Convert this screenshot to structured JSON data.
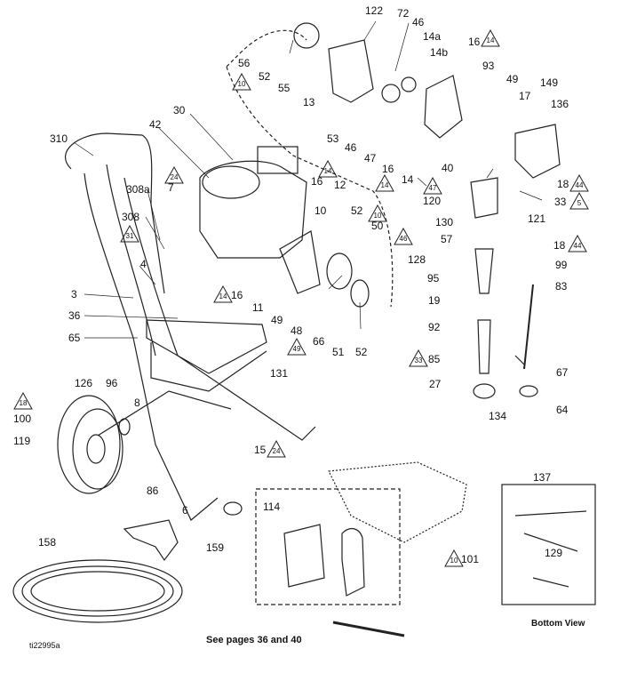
{
  "figure_ref": "ti22995a",
  "see_pages_note": "See pages 36 and 40",
  "bottom_view_label": "Bottom View",
  "labels": {
    "p310": "310",
    "p42": "42",
    "p30": "30",
    "p7": "7",
    "p308a": "308a",
    "p308": "308",
    "p4": "4",
    "p3": "3",
    "p36": "36",
    "p65": "65",
    "p126": "126",
    "p96": "96",
    "p8": "8",
    "p100": "100",
    "p119": "119",
    "p86": "86",
    "p6": "6",
    "p158": "158",
    "p159": "159",
    "p56": "56",
    "p52a": "52",
    "p55": "55",
    "p122": "122",
    "p72": "72",
    "p46a": "46",
    "p14a": "14a",
    "p14b": "14b",
    "p13": "13",
    "p53": "53",
    "p46b": "46",
    "p47": "47",
    "p16a": "16",
    "p93": "93",
    "p49a": "49",
    "p149": "149",
    "p17": "17",
    "p136": "136",
    "p16b": "16",
    "p14": "14",
    "p40": "40",
    "p120": "120",
    "p18a": "18",
    "p33": "33",
    "p121": "121",
    "p16c": "16",
    "p12": "12",
    "p10": "10",
    "p52b": "52",
    "p50": "50",
    "p130": "130",
    "p57": "57",
    "p128": "128",
    "p95": "95",
    "p18b": "18",
    "p99": "99",
    "p83": "83",
    "p19": "19",
    "p16d": "16",
    "p11": "11",
    "p49b": "49",
    "p48": "48",
    "p66": "66",
    "p51": "51",
    "p52c": "52",
    "p131": "131",
    "p92": "92",
    "p85": "85",
    "p67": "67",
    "p27": "27",
    "p64": "64",
    "p134": "134",
    "p15": "15",
    "p114": "114",
    "p101": "101",
    "p137": "137",
    "p129": "129"
  },
  "triangles": {
    "t10a": "10",
    "t14a": "14",
    "t14b": "14",
    "t24a": "24",
    "t31": "31",
    "t47": "47",
    "t44a": "44",
    "t5": "5",
    "t10b": "10",
    "t46": "46",
    "t44b": "44",
    "t14c": "14",
    "t49": "49",
    "t33": "33",
    "t18": "18",
    "t24b": "24",
    "t10c": "10"
  }
}
